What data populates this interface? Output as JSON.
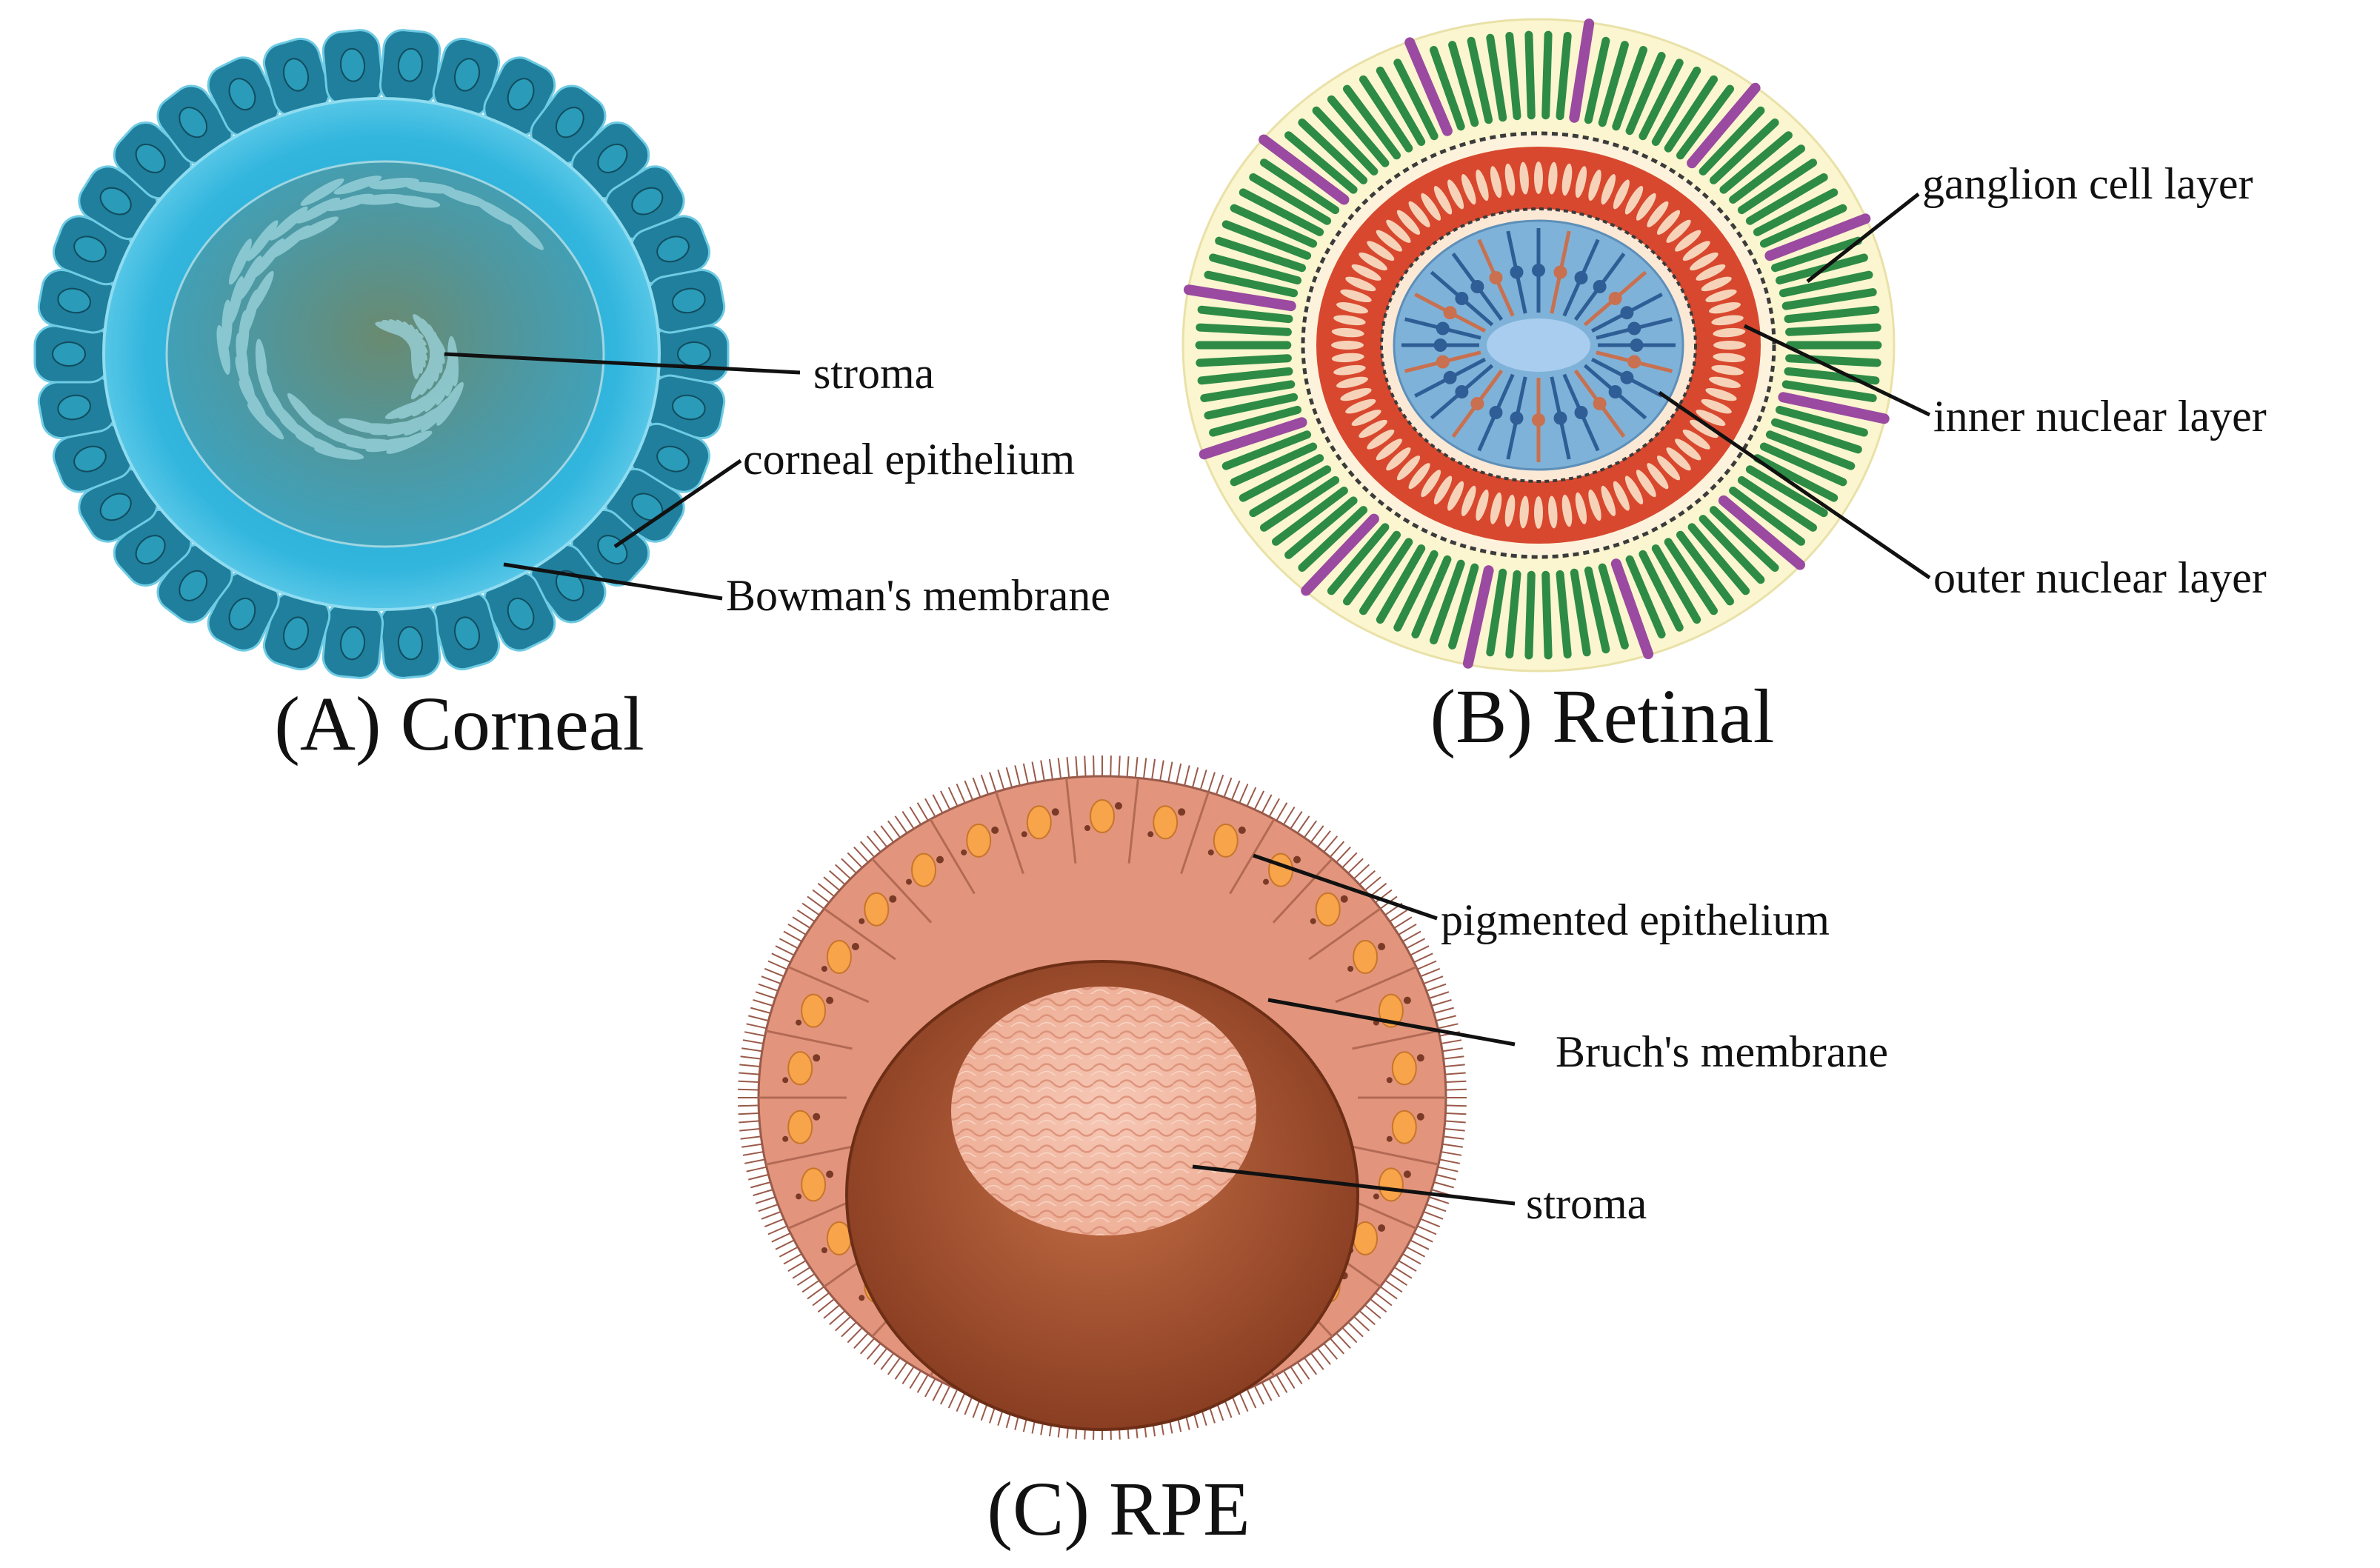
{
  "panels": {
    "corneal": {
      "title": "(A) Corneal",
      "labels": {
        "stroma": "stroma",
        "epithelium": "corneal epithelium",
        "bowman": "Bowman's membrane"
      }
    },
    "retinal": {
      "title": "(B) Retinal",
      "labels": {
        "ganglion": "ganglion cell layer",
        "inner": "inner nuclear layer",
        "outer": "outer nuclear layer"
      }
    },
    "rpe": {
      "title": "(C) RPE",
      "labels": {
        "pigmented": "pigmented epithelium",
        "bruch": "Bruch's membrane",
        "stroma": "stroma"
      }
    }
  },
  "colors": {
    "corneal_cell": "#1f7f9c",
    "corneal_ring": "#2fb4dc",
    "corneal_stroma": "#4f9aa3",
    "retina_halo": "#fbf6cf",
    "photoreceptor": "#2e8b46",
    "cone_purple": "#9a4aa0",
    "nuclear_red": "#d8482f",
    "retina_center": "#7fb2d8",
    "rpe_cell": "#e2957c",
    "bruch": "#9c4a2a",
    "rpe_stroma": "#f0b6a0"
  }
}
